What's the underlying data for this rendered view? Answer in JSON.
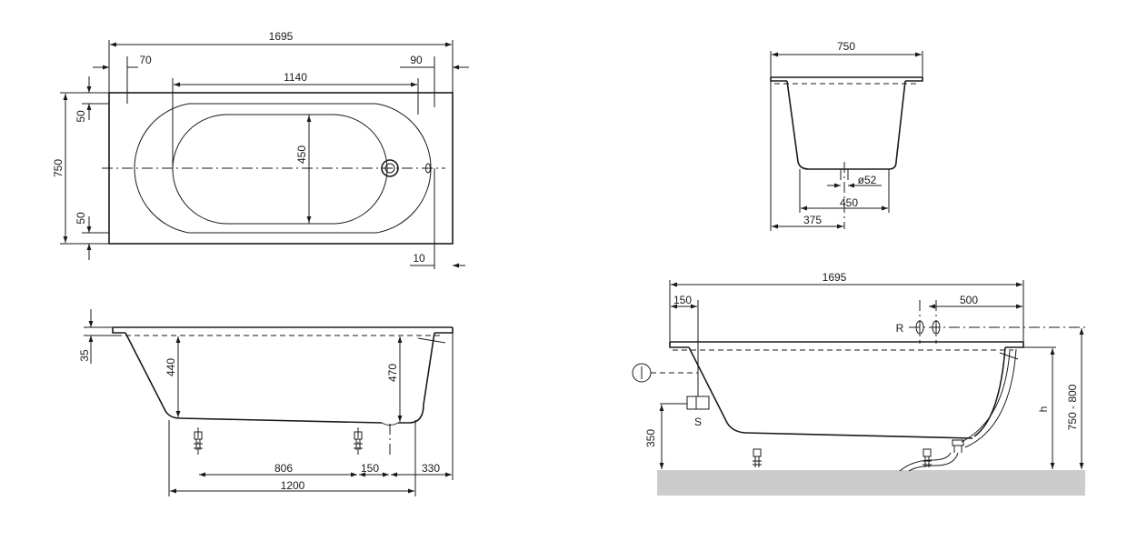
{
  "colors": {
    "line": "#1a1a1a",
    "tub_fill": "#e6e6e6",
    "floor": "#cccccc",
    "background": "#ffffff"
  },
  "plan_view": {
    "overall_length": "1695",
    "left_rim": "70",
    "right_rim": "90",
    "inner_length": "1140",
    "width": "750",
    "top_rim": "50",
    "bottom_rim": "50",
    "inner_width": "450",
    "right_offset": "10"
  },
  "side_view": {
    "rim_thickness": "35",
    "left_depth": "440",
    "right_depth": "470",
    "foot_spacing": "806",
    "foot_offset": "150",
    "right_overhang": "330",
    "base_length": "1200"
  },
  "end_view": {
    "width": "750",
    "drain_diameter": "ø52",
    "bottom_width": "450",
    "drain_offset": "375"
  },
  "installation_view": {
    "overall_length": "1695",
    "left_offset": "150",
    "right_offset": "500",
    "label_r": "R",
    "label_s": "S",
    "label_h": "h",
    "height_range": "750 - 800",
    "support_height": "350"
  }
}
